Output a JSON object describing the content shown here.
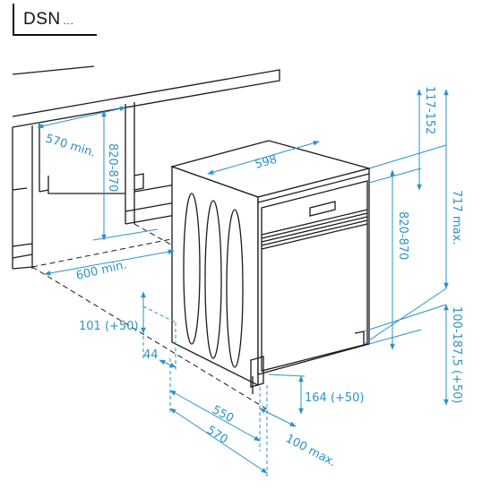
{
  "brand": {
    "name": "DSN",
    "suffix": "..."
  },
  "dimensions": {
    "niche_depth": "570 min.",
    "niche_height": "820-870",
    "niche_width": "600 min.",
    "appliance_width": "598",
    "appliance_height": "820-870",
    "top_range": "117-152",
    "max_height": "717 max.",
    "foot_range": "100-187,5 (+50)",
    "plinth_offset": "101 (+50)",
    "plinth_gap": "44",
    "plinth_height": "164 (+50)",
    "depth_550": "550",
    "depth_570": "570",
    "door_clearance": "100 max."
  },
  "colors": {
    "dimension": "#2a93c7",
    "line": "#1a1a1a"
  }
}
